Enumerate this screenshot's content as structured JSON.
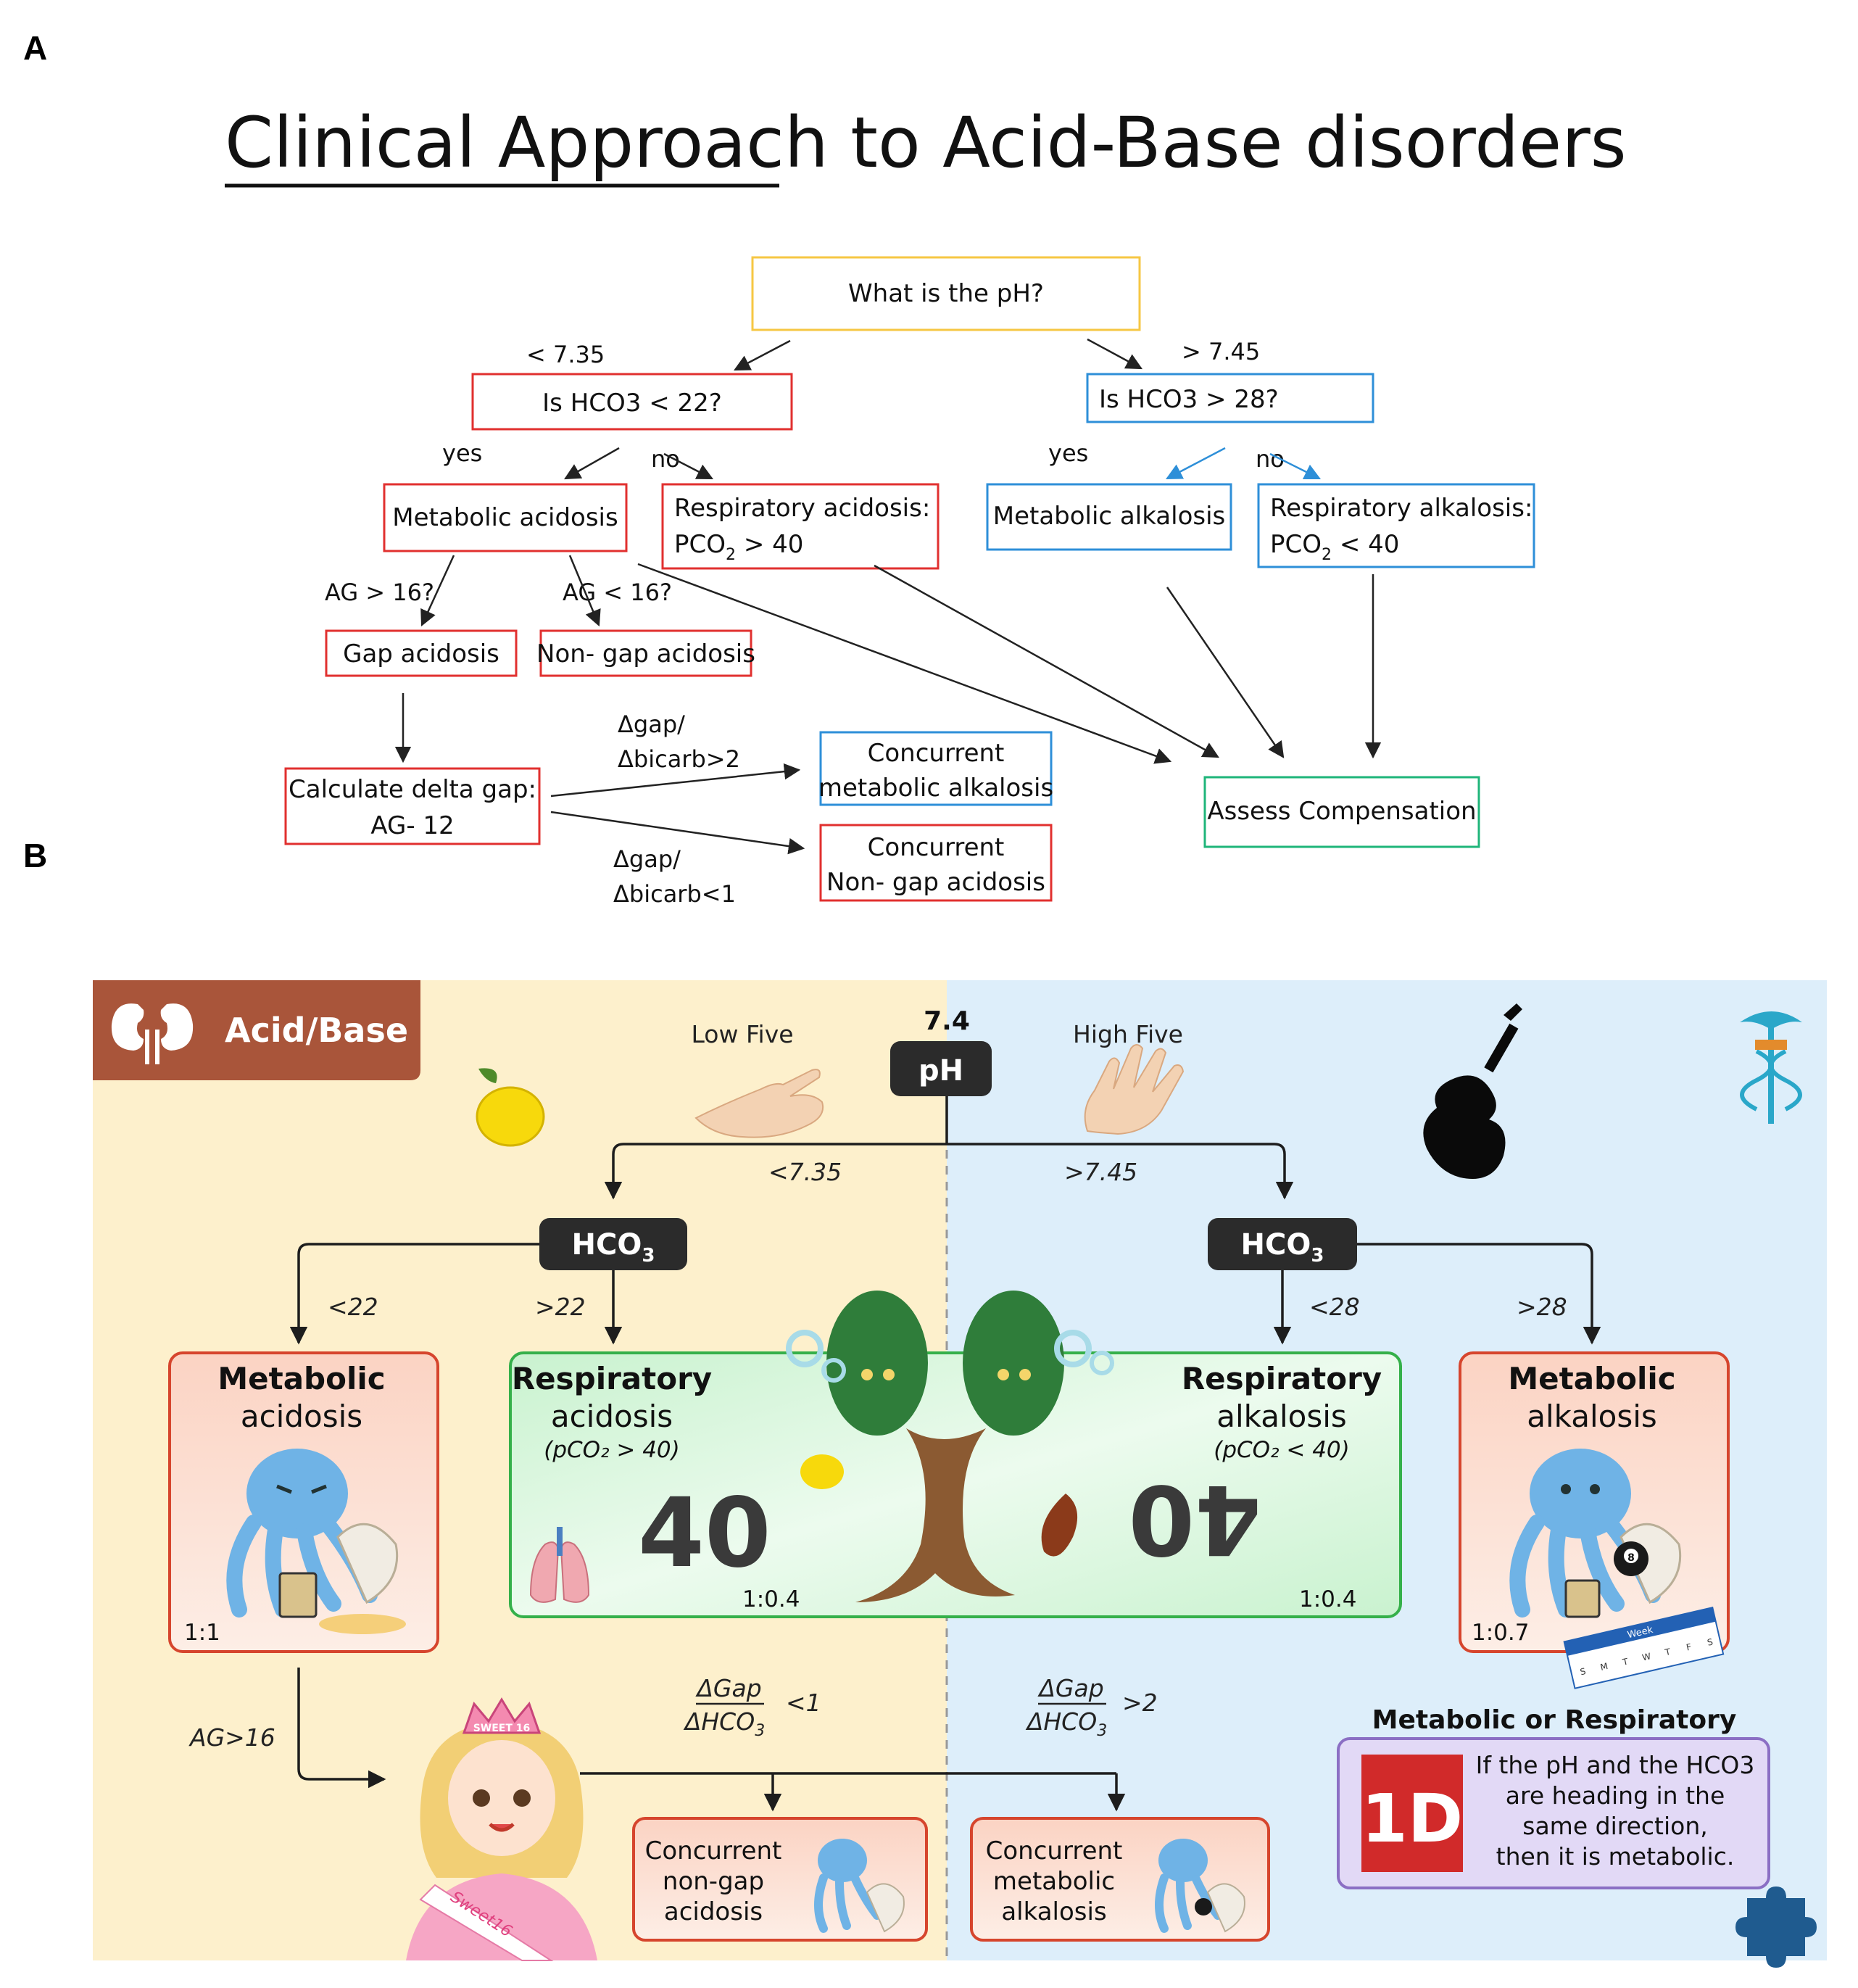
{
  "panel_a": {
    "label": "A",
    "title_underlined": "Clinical Approach ",
    "title_rest": "to Acid-Base disorders",
    "nodes": {
      "ph_question": "What is the pH?",
      "hco3_low_q": "Is HCO3 < 22?",
      "hco3_high_q": "Is HCO3 > 28?",
      "met_acidosis": "Metabolic acidosis",
      "resp_acidosis_line1": "Respiratory acidosis:",
      "resp_acidosis_line2_a": "PCO",
      "resp_acidosis_line2_b": " > 40",
      "met_alkalosis": "Metabolic alkalosis",
      "resp_alkalosis_line1": "Respiratory alkalosis:",
      "resp_alkalosis_line2_a": "PCO",
      "resp_alkalosis_line2_b": " < 40",
      "gap_acidosis": "Gap acidosis",
      "non_gap_acidosis": "Non- gap acidosis",
      "delta_gap_line1": "Calculate delta gap:",
      "delta_gap_line2": "AG- 12",
      "conc_met_alk_line1": "Concurrent",
      "conc_met_alk_line2": "metabolic alkalosis",
      "conc_nongap_line1": "Concurrent",
      "conc_nongap_line2": "Non- gap acidosis",
      "assess": "Assess Compensation"
    },
    "edge_labels": {
      "low_ph": "< 7.35",
      "high_ph": "> 7.45",
      "yes_left": "yes",
      "no_left": "no",
      "yes_right": "yes",
      "no_right": "no",
      "ag_high": "AG > 16?",
      "ag_low": "AG < 16?",
      "ratio_high_1": "Δgap/",
      "ratio_high_2": "Δbicarb>2",
      "ratio_low_1": "Δgap/",
      "ratio_low_2": "Δbicarb<1"
    },
    "colors": {
      "yellow": "#f6c744",
      "red": "#e1302f",
      "blue": "#2e8fd8",
      "green": "#1fb57a"
    }
  },
  "panel_b": {
    "label": "B",
    "banner": "Acid/Base",
    "low_five": "Low Five",
    "high_five": "High Five",
    "ph_value": "7.4",
    "ph_box": "pH",
    "lt_735": "<7.35",
    "gt_745": ">7.45",
    "hco3_left": "HCO",
    "hco3_right": "HCO",
    "hco3_sub": "3",
    "lt22": "<22",
    "gt22": ">22",
    "lt28": "<28",
    "gt28": ">28",
    "met_acid_bold": "Metabolic",
    "met_acid_rest": "acidosis",
    "met_acid_ratio": "1:1",
    "resp_acid_bold": "Respiratory",
    "resp_acid_rest": "acidosis",
    "resp_acid_cond": "(pCO₂ > 40)",
    "resp_acid_ratio": "1:0.4",
    "resp_alk_bold": "Respiratory",
    "resp_alk_rest": "alkalosis",
    "resp_alk_cond": "(pCO₂ < 40)",
    "resp_alk_ratio": "1:0.4",
    "met_alk_bold": "Metabolic",
    "met_alk_rest": "alkalosis",
    "met_alk_ratio": "1:0.7",
    "forty": "40",
    "ag16": "AG>16",
    "dgap": "ΔGap",
    "dhco3": "ΔHCO",
    "lt1": "<1",
    "gt2": ">2",
    "conc_nongap": [
      "Concurrent",
      "non-gap",
      "acidosis"
    ],
    "conc_metalk": [
      "Concurrent",
      "metabolic",
      "alkalosis"
    ],
    "mor_title": "Metabolic or Respiratory",
    "mor_text": [
      "If the pH and the HCO3",
      "are heading in the",
      "same direction,",
      "then it is metabolic."
    ],
    "logo_1d": "1D",
    "crown_text": "SWEET 16",
    "sash_text": "Sweet16",
    "calendar_title": "Week",
    "calendar_days": [
      "S",
      "M",
      "T",
      "W",
      "T",
      "F",
      "S"
    ],
    "eight_ball": "8",
    "colors": {
      "left_bg": "#fdf0cc",
      "right_bg": "#ddeefa",
      "banner": "#a9553a",
      "dark_box": "#2b2b2b",
      "box_red": "#d6452d",
      "box_green": "#35b04a",
      "purple": "#8b6fc4"
    }
  }
}
